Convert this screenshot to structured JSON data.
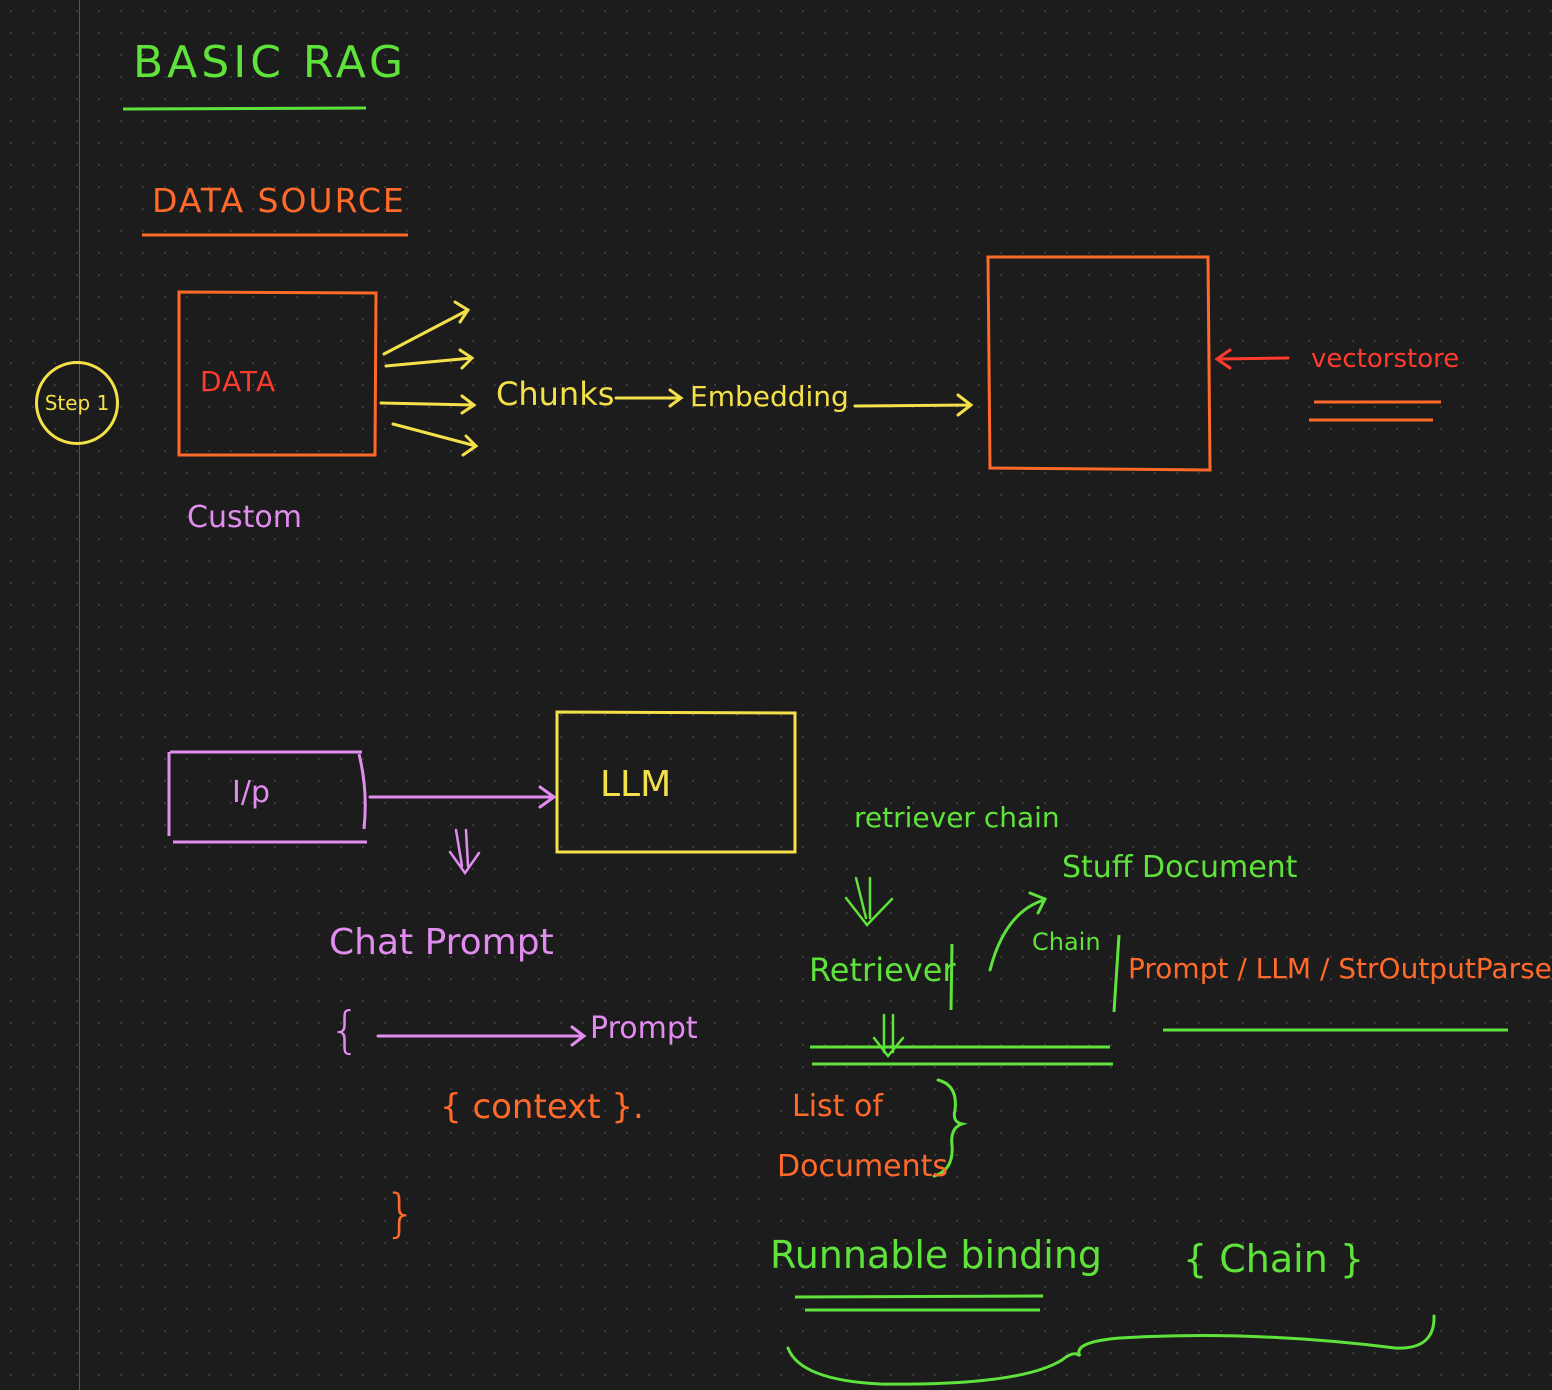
{
  "title": "BASIC RAG",
  "section_heading": "DATA SOURCE",
  "step_label": "Step 1",
  "data_box_label": "DATA",
  "custom_label": "Custom",
  "chunks_label": "Chunks",
  "embedding_label": "Embedding",
  "vectorstore_label": "vectorstore",
  "input_box_label": "I/p",
  "llm_box_label": "LLM",
  "chat_prompt_label": "Chat Prompt",
  "brace_open": "{",
  "prompt_label": "Prompt",
  "context_label": "{ context }.",
  "brace_close": "}",
  "retriever_chain_label": "retriever chain",
  "stuff_document_label": "Stuff Document",
  "chain_label": "Chain",
  "retriever_label": "Retriever",
  "prompt_llm_parser_label": "Prompt / LLM / StrOutputParser( )",
  "list_of_label": "List of",
  "documents_label": "Documents",
  "runnable_binding_label": "Runnable binding",
  "chain_braces_label": "{ Chain }",
  "colors": {
    "background": "#1c1c1c",
    "green": "#5fe33a",
    "orange": "#ff6a2a",
    "yellow": "#f4e14a",
    "pink": "#e28cf0",
    "red": "#ff3b2e"
  }
}
